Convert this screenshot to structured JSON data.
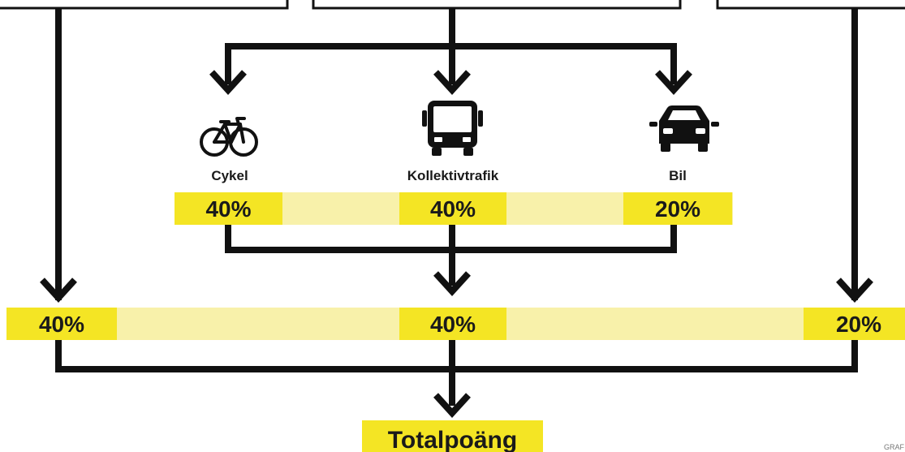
{
  "colors": {
    "line": "#111111",
    "box_fill": "#f4e524",
    "band_fill": "#f8f1aa",
    "text": "#1a1a1a"
  },
  "modes": [
    {
      "icon": "bicycle-icon",
      "label": "Cykel",
      "percent": "40%"
    },
    {
      "icon": "bus-icon",
      "label": "Kollektivtrafik",
      "percent": "40%"
    },
    {
      "icon": "car-icon",
      "label": "Bil",
      "percent": "20%"
    }
  ],
  "categories": [
    {
      "percent": "40%"
    },
    {
      "percent": "40%"
    },
    {
      "percent": "20%"
    }
  ],
  "total": {
    "label": "Totalpoäng"
  },
  "credit": "GRAF"
}
